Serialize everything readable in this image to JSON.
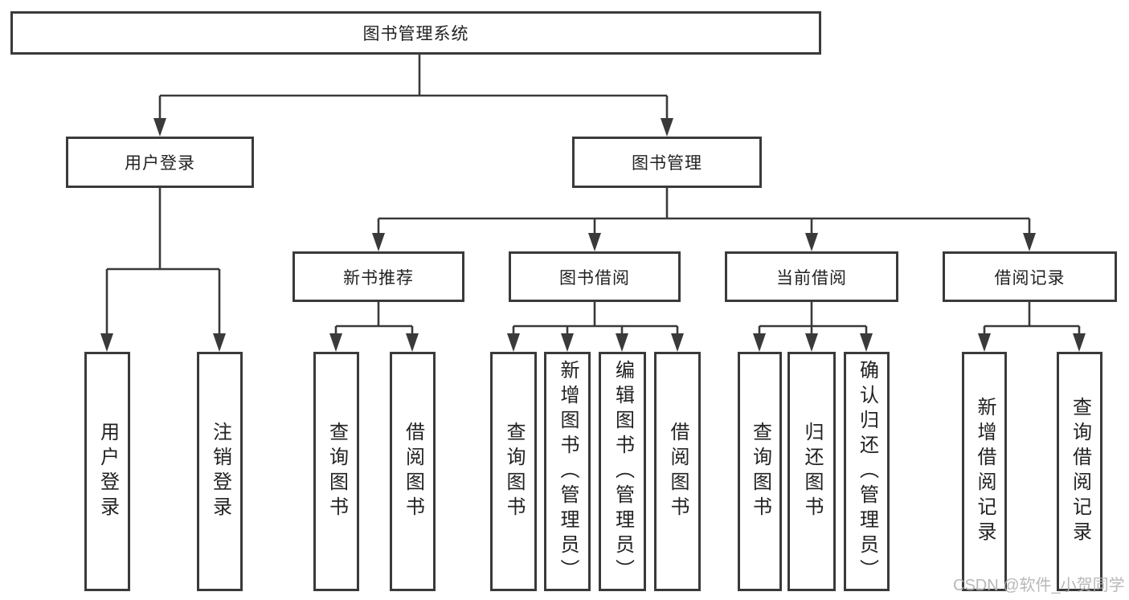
{
  "diagram": {
    "type": "hierarchy-tree",
    "colors": {
      "line": "#3a3a3a",
      "box_border": "#3a3a3a",
      "box_bg": "#ffffff",
      "text": "#222222",
      "watermark": "#b3b0b0"
    },
    "tree": {
      "label": "图书管理系统",
      "children": [
        {
          "label": "用户登录",
          "children": [
            {
              "label": "用户登录"
            },
            {
              "label": "注销登录"
            }
          ]
        },
        {
          "label": "图书管理",
          "children": [
            {
              "label": "新书推荐",
              "children": [
                {
                  "label": "查询图书"
                },
                {
                  "label": "借阅图书"
                }
              ]
            },
            {
              "label": "图书借阅",
              "children": [
                {
                  "label": "查询图书"
                },
                {
                  "label": "新增图书（管理员）"
                },
                {
                  "label": "编辑图书（管理员）"
                },
                {
                  "label": "借阅图书"
                }
              ]
            },
            {
              "label": "当前借阅",
              "children": [
                {
                  "label": "查询图书"
                },
                {
                  "label": "归还图书"
                },
                {
                  "label": "确认归还（管理员）"
                }
              ]
            },
            {
              "label": "借阅记录",
              "children": [
                {
                  "label": "新增借阅记录"
                },
                {
                  "label": "查询借阅记录"
                }
              ]
            }
          ]
        }
      ]
    },
    "watermark": "CSDN @软件_小贺同学"
  }
}
